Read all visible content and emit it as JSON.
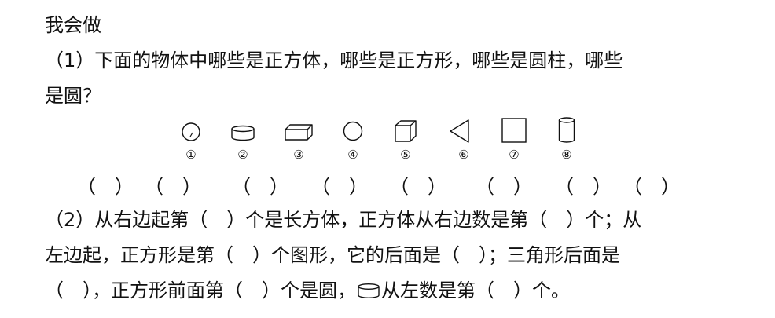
{
  "title": "我会做",
  "q1": {
    "line1": "（1）下面的物体中哪些是正方体，哪些是正方形，哪些是圆柱，哪些",
    "line2": "是圆？"
  },
  "shapes": [
    {
      "num": "①",
      "icon": "sphere-icon"
    },
    {
      "num": "②",
      "icon": "short-cylinder-icon"
    },
    {
      "num": "③",
      "icon": "cuboid-icon"
    },
    {
      "num": "④",
      "icon": "circle-icon"
    },
    {
      "num": "⑤",
      "icon": "cube-icon"
    },
    {
      "num": "⑥",
      "icon": "triangle-icon"
    },
    {
      "num": "⑦",
      "icon": "square-icon"
    },
    {
      "num": "⑧",
      "icon": "cylinder-icon"
    }
  ],
  "blank": "（　）",
  "q2": {
    "line1": "（2）从右边起第（　）个是长方体，正方体从右边数是第（　）个；从",
    "line2": "左边起，正方形是第（　）个图形，它的后面是（　）；三角形后面是",
    "line3_a": "（　），正方形前面第（　）个是圆，",
    "line3_b": "从左数是第（　）个。"
  }
}
